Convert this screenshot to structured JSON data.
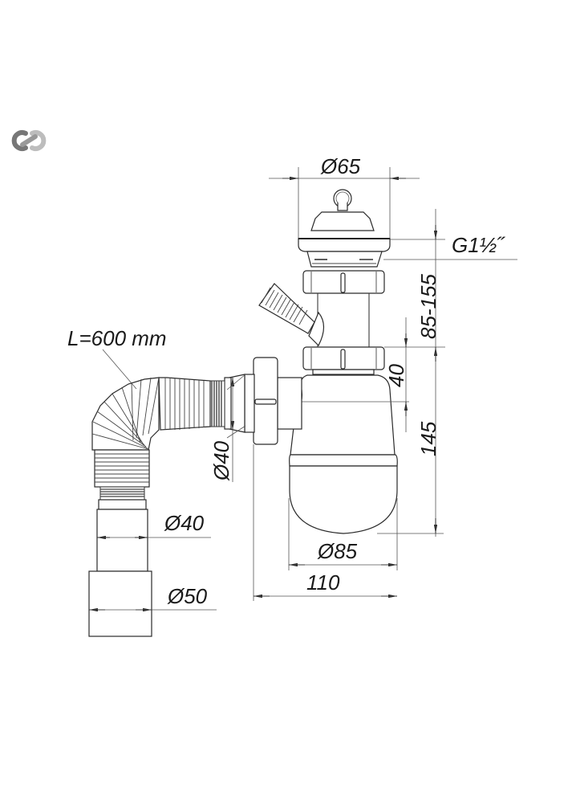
{
  "logo": {
    "icon": "link-icon",
    "color": "#9a9a9a"
  },
  "drawing": {
    "subject": "sink siphon with flexible corrugated outlet hose",
    "line_color": "#2a2a2a",
    "dimensions": {
      "outlet_top_diameter": "Ø65",
      "thread": "G1½˝",
      "height_range": "85-155",
      "inlet_offset": "40",
      "body_height": "145",
      "hose_connection_diameter": "Ø40",
      "hose_length": "L=600 mm",
      "hose_end_diameter_small": "Ø40",
      "hose_end_diameter_large": "Ø50",
      "bowl_diameter": "Ø85",
      "overall_width": "110"
    }
  }
}
